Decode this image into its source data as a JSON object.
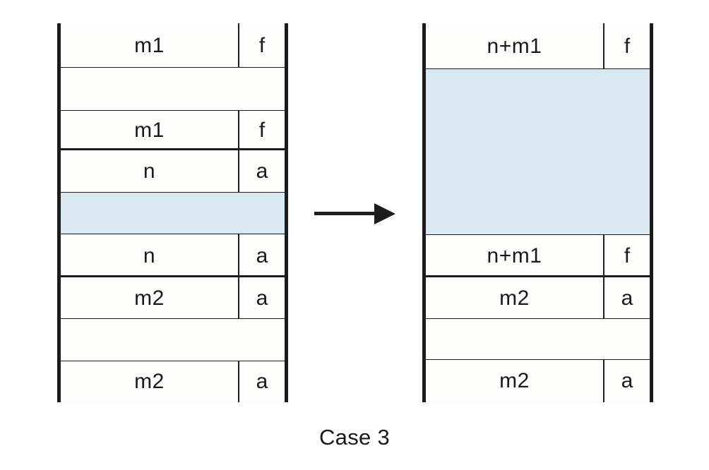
{
  "figure": {
    "caption": "Case 3",
    "arrow": {
      "name": "transformation-arrow",
      "direction": "right"
    },
    "colors": {
      "border": "#1c1c1c",
      "cell_background": "#fdfdfb",
      "highlight": "#d9e8f1",
      "text": "#1a1a1a",
      "page_background": "#ffffff"
    }
  },
  "tables": [
    {
      "id": "before",
      "name": "memory-layout-before",
      "rows": [
        {
          "label": "m1",
          "flag": "f",
          "shaded": false,
          "divider": true,
          "rule_below": "thin"
        },
        {
          "label": "",
          "flag": "",
          "shaded": false,
          "divider": false,
          "rule_below": "thin"
        },
        {
          "label": "m1",
          "flag": "f",
          "shaded": false,
          "divider": true,
          "rule_below": "thick"
        },
        {
          "label": "n",
          "flag": "a",
          "shaded": false,
          "divider": true,
          "rule_below": "thin"
        },
        {
          "label": "",
          "flag": "",
          "shaded": true,
          "divider": false,
          "rule_below": "thin"
        },
        {
          "label": "n",
          "flag": "a",
          "shaded": false,
          "divider": true,
          "rule_below": "thick"
        },
        {
          "label": "m2",
          "flag": "a",
          "shaded": false,
          "divider": true,
          "rule_below": "thin"
        },
        {
          "label": "",
          "flag": "",
          "shaded": false,
          "divider": false,
          "rule_below": "thin"
        },
        {
          "label": "m2",
          "flag": "a",
          "shaded": false,
          "divider": true,
          "rule_below": "none"
        }
      ]
    },
    {
      "id": "after",
      "name": "memory-layout-after",
      "rows": [
        {
          "label": "n+m1",
          "flag": "f",
          "shaded": false,
          "divider": true,
          "rule_below": "thin"
        },
        {
          "label": "",
          "flag": "",
          "shaded": true,
          "divider": false,
          "rule_below": "thin"
        },
        {
          "label": "n+m1",
          "flag": "f",
          "shaded": false,
          "divider": true,
          "rule_below": "thick"
        },
        {
          "label": "m2",
          "flag": "a",
          "shaded": false,
          "divider": true,
          "rule_below": "thin"
        },
        {
          "label": "",
          "flag": "",
          "shaded": false,
          "divider": false,
          "rule_below": "thin"
        },
        {
          "label": "m2",
          "flag": "a",
          "shaded": false,
          "divider": true,
          "rule_below": "none"
        }
      ]
    }
  ]
}
